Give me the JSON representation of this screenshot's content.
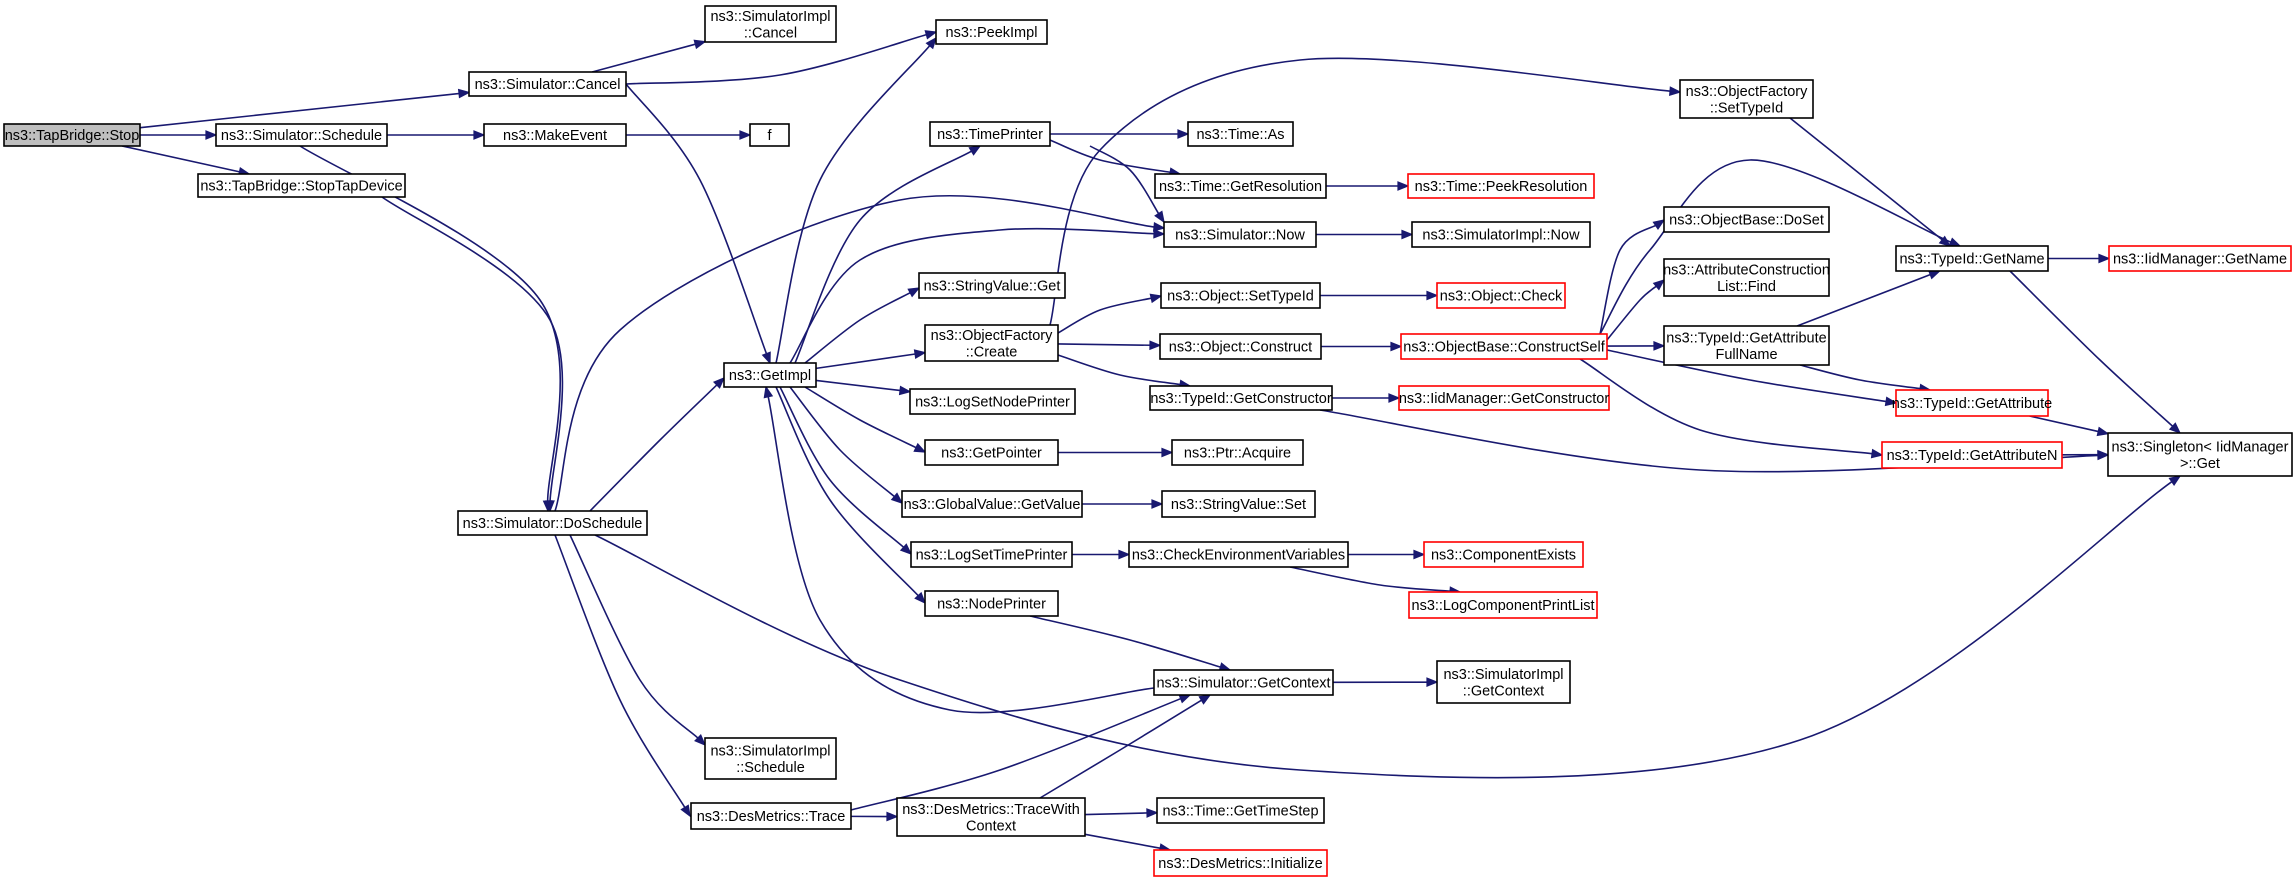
{
  "diagram": {
    "title": "",
    "edge_color": "#191970",
    "link_border_color": "#ff0000",
    "root_fill": "#bfbfbf",
    "nodes": [
      {
        "id": "stop",
        "lines": [
          "ns3::TapBridge::Stop"
        ],
        "style": "root"
      },
      {
        "id": "cancel",
        "lines": [
          "ns3::Simulator::Cancel"
        ],
        "style": "normal"
      },
      {
        "id": "schedule",
        "lines": [
          "ns3::Simulator::Schedule"
        ],
        "style": "normal"
      },
      {
        "id": "stoptap",
        "lines": [
          "ns3::TapBridge::StopTapDevice"
        ],
        "style": "normal"
      },
      {
        "id": "simimplcancel",
        "lines": [
          "ns3::SimulatorImpl",
          "::Cancel"
        ],
        "style": "normal"
      },
      {
        "id": "peekimpl",
        "lines": [
          "ns3::PeekImpl"
        ],
        "style": "normal"
      },
      {
        "id": "makeevent",
        "lines": [
          "ns3::MakeEvent"
        ],
        "style": "normal"
      },
      {
        "id": "f",
        "lines": [
          "f"
        ],
        "style": "normal"
      },
      {
        "id": "getimpl",
        "lines": [
          "ns3::GetImpl"
        ],
        "style": "normal"
      },
      {
        "id": "doschedule",
        "lines": [
          "ns3::Simulator::DoSchedule"
        ],
        "style": "normal"
      },
      {
        "id": "simimplschedule",
        "lines": [
          "ns3::SimulatorImpl",
          "::Schedule"
        ],
        "style": "normal"
      },
      {
        "id": "desmetricstrace",
        "lines": [
          "ns3::DesMetrics::Trace"
        ],
        "style": "normal"
      },
      {
        "id": "timeprinter",
        "lines": [
          "ns3::TimePrinter"
        ],
        "style": "normal"
      },
      {
        "id": "stringvalueget",
        "lines": [
          "ns3::StringValue::Get"
        ],
        "style": "normal"
      },
      {
        "id": "objfactorycreate",
        "lines": [
          "ns3::ObjectFactory",
          "::Create"
        ],
        "style": "normal"
      },
      {
        "id": "logsetnodeprinter",
        "lines": [
          "ns3::LogSetNodePrinter"
        ],
        "style": "normal"
      },
      {
        "id": "getpointer",
        "lines": [
          "ns3::GetPointer"
        ],
        "style": "normal"
      },
      {
        "id": "globalvalueget",
        "lines": [
          "ns3::GlobalValue::GetValue"
        ],
        "style": "normal"
      },
      {
        "id": "logsettimeprinter",
        "lines": [
          "ns3::LogSetTimePrinter"
        ],
        "style": "normal"
      },
      {
        "id": "nodeprinter",
        "lines": [
          "ns3::NodePrinter"
        ],
        "style": "normal"
      },
      {
        "id": "tracewithcontext",
        "lines": [
          "ns3::DesMetrics::TraceWith",
          "Context"
        ],
        "style": "normal"
      },
      {
        "id": "timeas",
        "lines": [
          "ns3::Time::As"
        ],
        "style": "normal"
      },
      {
        "id": "timegetres",
        "lines": [
          "ns3::Time::GetResolution"
        ],
        "style": "normal"
      },
      {
        "id": "simnow",
        "lines": [
          "ns3::Simulator::Now"
        ],
        "style": "normal"
      },
      {
        "id": "objsettypeid",
        "lines": [
          "ns3::Object::SetTypeId"
        ],
        "style": "normal"
      },
      {
        "id": "objconstruct",
        "lines": [
          "ns3::Object::Construct"
        ],
        "style": "normal"
      },
      {
        "id": "typeidgetctor",
        "lines": [
          "ns3::TypeId::GetConstructor"
        ],
        "style": "normal"
      },
      {
        "id": "ptracquire",
        "lines": [
          "ns3::Ptr::Acquire"
        ],
        "style": "normal"
      },
      {
        "id": "stringvalueset",
        "lines": [
          "ns3::StringValue::Set"
        ],
        "style": "normal"
      },
      {
        "id": "checkenv",
        "lines": [
          "ns3::CheckEnvironmentVariables"
        ],
        "style": "normal"
      },
      {
        "id": "simgetcontext",
        "lines": [
          "ns3::Simulator::GetContext"
        ],
        "style": "normal"
      },
      {
        "id": "timegetstep",
        "lines": [
          "ns3::Time::GetTimeStep"
        ],
        "style": "normal"
      },
      {
        "id": "desmetricsinit",
        "lines": [
          "ns3::DesMetrics::Initialize"
        ],
        "style": "link"
      },
      {
        "id": "timepeekres",
        "lines": [
          "ns3::Time::PeekResolution"
        ],
        "style": "link"
      },
      {
        "id": "simimplnow",
        "lines": [
          "ns3::SimulatorImpl::Now"
        ],
        "style": "normal"
      },
      {
        "id": "objcheck",
        "lines": [
          "ns3::Object::Check"
        ],
        "style": "link"
      },
      {
        "id": "objbaseconstructself",
        "lines": [
          "ns3::ObjectBase::ConstructSelf"
        ],
        "style": "link"
      },
      {
        "id": "iidgetctor",
        "lines": [
          "ns3::IidManager::GetConstructor"
        ],
        "style": "link"
      },
      {
        "id": "componentexists",
        "lines": [
          "ns3::ComponentExists"
        ],
        "style": "link"
      },
      {
        "id": "logcompprintlist",
        "lines": [
          "ns3::LogComponentPrintList"
        ],
        "style": "link"
      },
      {
        "id": "simimplgetcontext",
        "lines": [
          "ns3::SimulatorImpl",
          "::GetContext"
        ],
        "style": "normal"
      },
      {
        "id": "objfactorysettypeid",
        "lines": [
          "ns3::ObjectFactory",
          "::SetTypeId"
        ],
        "style": "normal"
      },
      {
        "id": "objbasedoset",
        "lines": [
          "ns3::ObjectBase::DoSet"
        ],
        "style": "normal"
      },
      {
        "id": "attrconstlistfind",
        "lines": [
          "ns3::AttributeConstruction",
          "List::Find"
        ],
        "style": "normal"
      },
      {
        "id": "typeidgetattrfullname",
        "lines": [
          "ns3::TypeId::GetAttribute",
          "FullName"
        ],
        "style": "normal"
      },
      {
        "id": "typeidgetname",
        "lines": [
          "ns3::TypeId::GetName"
        ],
        "style": "normal"
      },
      {
        "id": "typeidgetattr",
        "lines": [
          "ns3::TypeId::GetAttribute"
        ],
        "style": "link"
      },
      {
        "id": "typeidgetattrn",
        "lines": [
          "ns3::TypeId::GetAttributeN"
        ],
        "style": "link"
      },
      {
        "id": "iidgetname",
        "lines": [
          "ns3::IidManager::GetName"
        ],
        "style": "link"
      },
      {
        "id": "singletonget",
        "lines": [
          "ns3::Singleton< IidManager",
          ">::Get"
        ],
        "style": "normal"
      }
    ],
    "edges": [
      [
        "stop",
        "cancel"
      ],
      [
        "stop",
        "schedule"
      ],
      [
        "stop",
        "stoptap"
      ],
      [
        "cancel",
        "simimplcancel"
      ],
      [
        "cancel",
        "peekimpl"
      ],
      [
        "cancel",
        "getimpl"
      ],
      [
        "schedule",
        "makeevent"
      ],
      [
        "schedule",
        "doschedule"
      ],
      [
        "makeevent",
        "f"
      ],
      [
        "stoptap",
        "doschedule"
      ],
      [
        "doschedule",
        "getimpl"
      ],
      [
        "doschedule",
        "simimplschedule"
      ],
      [
        "doschedule",
        "desmetricstrace"
      ],
      [
        "doschedule",
        "simnow"
      ],
      [
        "doschedule",
        "singletonget"
      ],
      [
        "getimpl",
        "peekimpl"
      ],
      [
        "getimpl",
        "timeprinter"
      ],
      [
        "getimpl",
        "simnow"
      ],
      [
        "getimpl",
        "stringvalueget"
      ],
      [
        "getimpl",
        "objfactorycreate"
      ],
      [
        "getimpl",
        "logsetnodeprinter"
      ],
      [
        "getimpl",
        "getpointer"
      ],
      [
        "getimpl",
        "globalvalueget"
      ],
      [
        "getimpl",
        "logsettimeprinter"
      ],
      [
        "getimpl",
        "nodeprinter"
      ],
      [
        "simgetcontext",
        "getimpl"
      ],
      [
        "desmetricstrace",
        "simgetcontext"
      ],
      [
        "desmetricstrace",
        "tracewithcontext"
      ],
      [
        "tracewithcontext",
        "simgetcontext"
      ],
      [
        "tracewithcontext",
        "timegetstep"
      ],
      [
        "tracewithcontext",
        "desmetricsinit"
      ],
      [
        "timeprinter",
        "timeas"
      ],
      [
        "timeprinter",
        "timegetres"
      ],
      [
        "timeprinter",
        "simnow"
      ],
      [
        "timegetres",
        "timepeekres"
      ],
      [
        "simnow",
        "simimplnow"
      ],
      [
        "objfactorycreate",
        "objsettypeid"
      ],
      [
        "objfactorycreate",
        "objconstruct"
      ],
      [
        "objfactorycreate",
        "typeidgetctor"
      ],
      [
        "objsettypeid",
        "objcheck"
      ],
      [
        "objconstruct",
        "objbaseconstructself"
      ],
      [
        "typeidgetctor",
        "iidgetctor"
      ],
      [
        "typeidgetctor",
        "singletonget"
      ],
      [
        "getpointer",
        "ptracquire"
      ],
      [
        "globalvalueget",
        "stringvalueset"
      ],
      [
        "logsettimeprinter",
        "checkenv"
      ],
      [
        "checkenv",
        "componentexists"
      ],
      [
        "checkenv",
        "logcompprintlist"
      ],
      [
        "nodeprinter",
        "simgetcontext"
      ],
      [
        "simgetcontext",
        "simimplgetcontext"
      ],
      [
        "objbaseconstructself",
        "objbasedoset"
      ],
      [
        "objbaseconstructself",
        "attrconstlistfind"
      ],
      [
        "objbaseconstructself",
        "typeidgetattrfullname"
      ],
      [
        "objbaseconstructself",
        "typeidgetname"
      ],
      [
        "objbaseconstructself",
        "typeidgetattr"
      ],
      [
        "objbaseconstructself",
        "typeidgetattrn"
      ],
      [
        "objfactorysettypeid",
        "typeidgetname"
      ],
      [
        "typeidgetattrfullname",
        "typeidgetname"
      ],
      [
        "typeidgetattrfullname",
        "typeidgetattr"
      ],
      [
        "typeidgetname",
        "iidgetname"
      ],
      [
        "typeidgetname",
        "singletonget"
      ],
      [
        "typeidgetattr",
        "singletonget"
      ],
      [
        "typeidgetattrn",
        "singletonget"
      ],
      [
        "objfactorycreate",
        "objfactorysettypeid"
      ]
    ]
  }
}
